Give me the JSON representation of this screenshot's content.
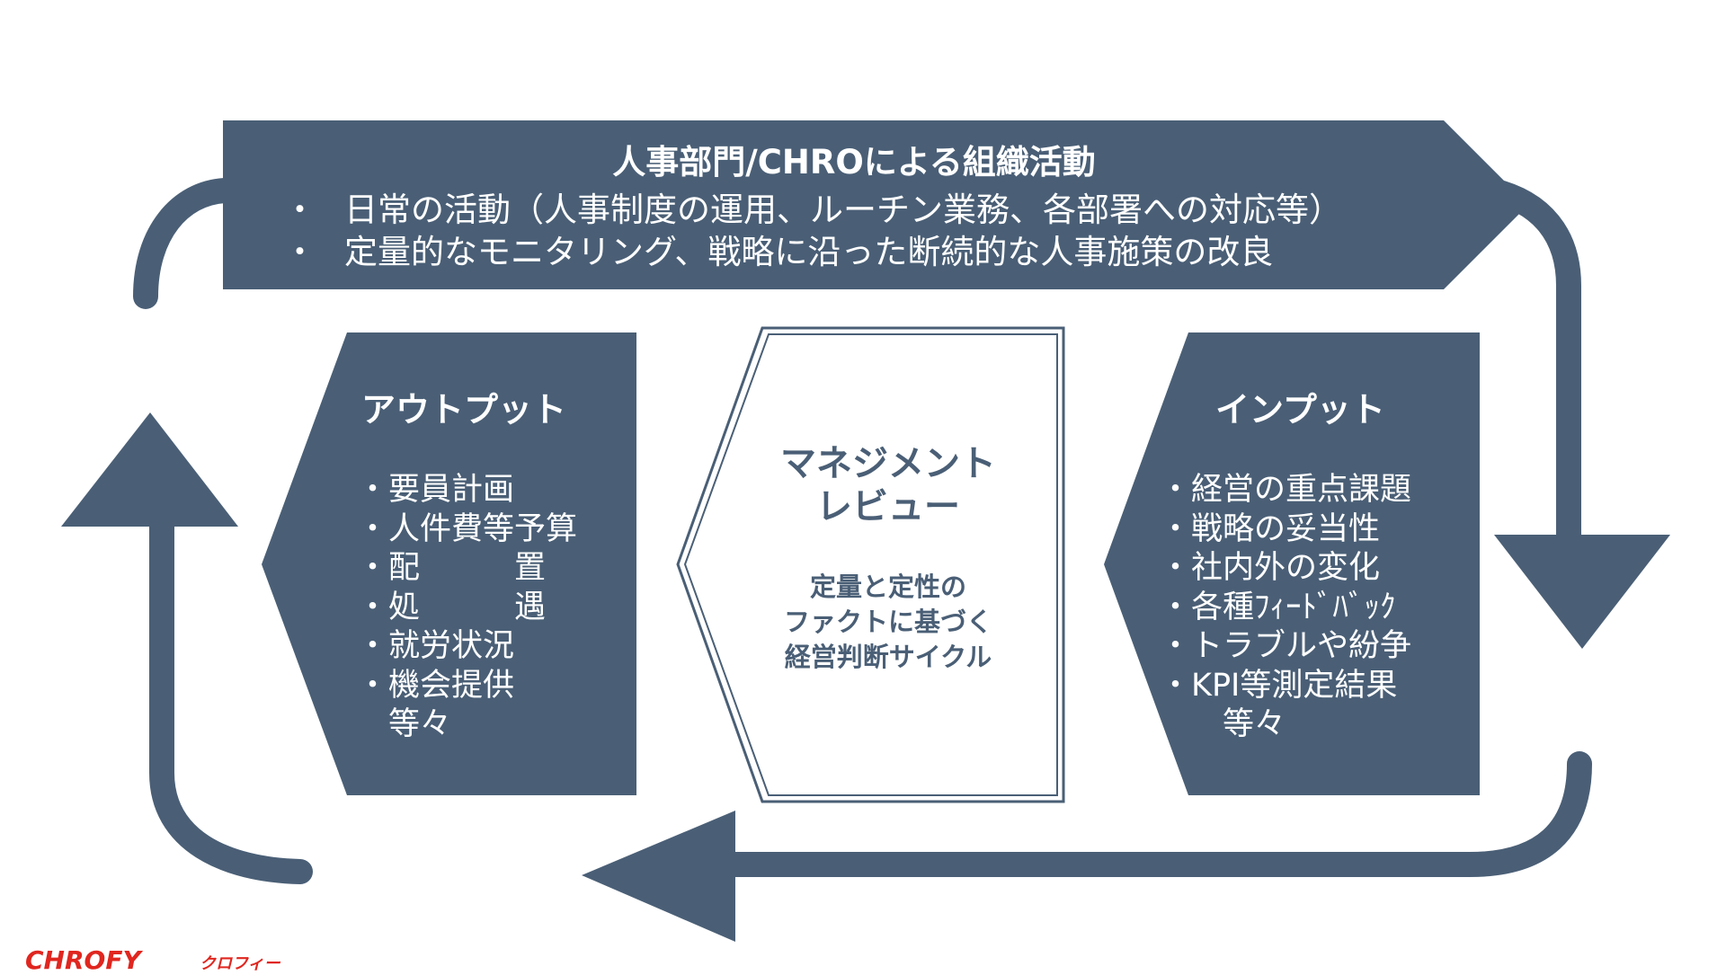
{
  "banner": {
    "title": "人事部門/CHROによる組織活動",
    "bullets": [
      {
        "marker": "・",
        "text": "日常の活動（人事制度の運用、ルーチン業務、各部署への対応等）"
      },
      {
        "marker": "・",
        "text": "定量的なモニタリング、戦略に沿った断続的な人事施策の改良"
      }
    ]
  },
  "output_box": {
    "title": "アウトプット",
    "items": [
      "・要員計画",
      "・人件費等予算",
      "・配　　　置",
      "・処　　　遇",
      "・就労状況",
      "・機会提供",
      "　等々"
    ]
  },
  "center_box": {
    "title_line1": "マネジメント",
    "title_line2": "レビュー",
    "sub_line1": "定量と定性の",
    "sub_line2": "ファクトに基づく",
    "sub_line3": "経営判断サイクル"
  },
  "input_box": {
    "title": "インプット",
    "items": [
      "・経営の重点課題",
      "・戦略の妥当性",
      "・社内外の変化",
      "・各種ﾌｨｰﾄﾞﾊﾞｯｸ",
      "・トラブルや紛争",
      "・KPI等測定結果",
      "　　等々"
    ]
  },
  "logo": {
    "brand": "CHROFY",
    "katakana": "クロフィー"
  },
  "colors": {
    "fill": "#4a5f76",
    "text_on_fill": "#ffffff",
    "logo": "#e0261f"
  }
}
